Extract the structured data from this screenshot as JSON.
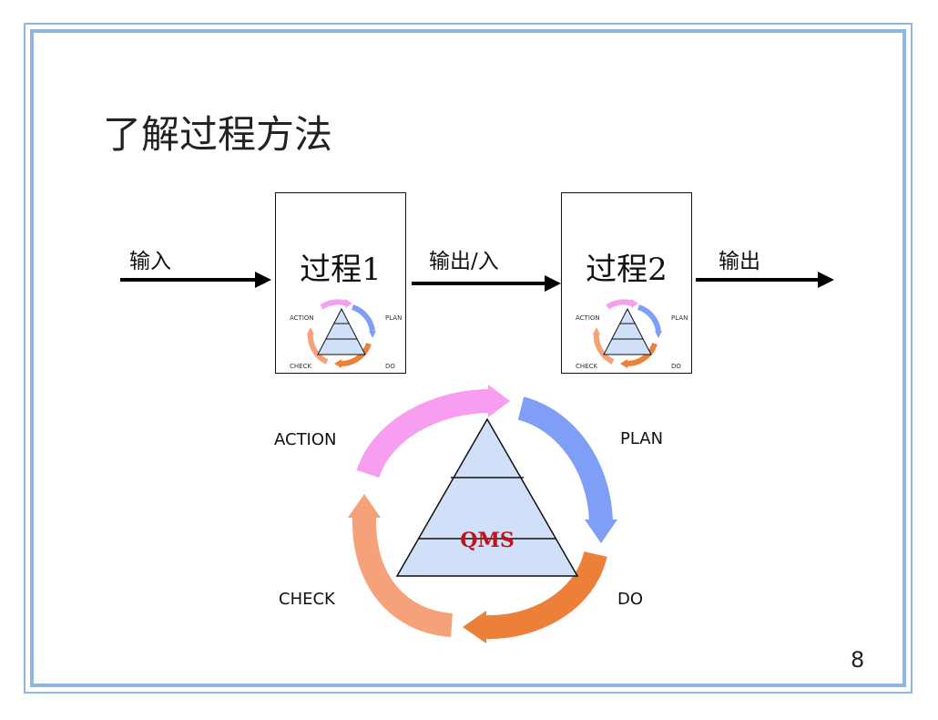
{
  "title": "了解过程方法",
  "flow": {
    "input_label": "输入",
    "middle_label": "输出/入",
    "output_label": "输出",
    "process1": "过程1",
    "process2": "过程2"
  },
  "pdca": {
    "action": "ACTION",
    "plan": "PLAN",
    "do": "DO",
    "check": "CHECK",
    "center": "QMS"
  },
  "colors": {
    "plan": "#7f9ff7",
    "do": "#ec8039",
    "check": "#f5a27a",
    "action": "#f79ef1",
    "triangle": "#cfe0f8",
    "frame": "#8fb8e0"
  },
  "page_number": "8"
}
